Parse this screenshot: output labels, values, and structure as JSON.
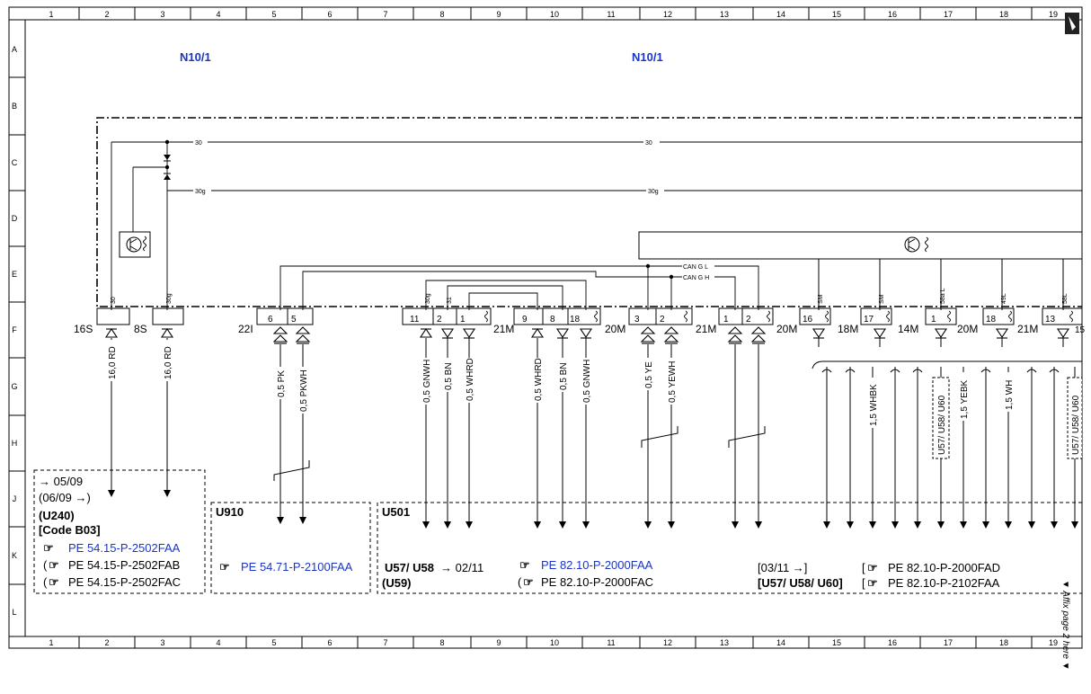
{
  "grid": {
    "columns": [
      "1",
      "2",
      "3",
      "4",
      "5",
      "6",
      "7",
      "8",
      "9",
      "10",
      "11",
      "12",
      "13",
      "14",
      "15",
      "16",
      "17",
      "18",
      "19"
    ],
    "rows": [
      "A",
      "B",
      "C",
      "D",
      "E",
      "F",
      "G",
      "H",
      "J",
      "K",
      "L"
    ]
  },
  "components": {
    "left_module": "N10/1",
    "right_module": "N10/1"
  },
  "bus_labels": {
    "b30_left": "30",
    "b30_mid": "30",
    "b30g_left": "30g",
    "b30g_mid": "30g",
    "can_l": "CAN G L",
    "can_h": "CAN G H"
  },
  "connectors": {
    "c16s": "16S",
    "c8s": "8S",
    "c22i": "22I",
    "c21m_a": "21M",
    "c20m_a": "20M",
    "c21m_b": "21M",
    "c20m_b": "20M",
    "c18m": "18M",
    "c14m": "14M",
    "c20m_c": "20M",
    "c21m_c": "21M"
  },
  "pins": {
    "p30": "30",
    "p30g": "30g",
    "p6": "6",
    "p5": "5",
    "p11": "11",
    "p2a": "2",
    "p1a": "1",
    "p9": "9",
    "p8": "8",
    "p18": "18",
    "p3": "3",
    "p2b": "2",
    "p1b": "1",
    "p2c": "2",
    "p16": "16",
    "p17": "17",
    "p1c": "1",
    "p18b": "18",
    "p13": "13",
    "p15": "15"
  },
  "pin_signals": {
    "s30g": "30g",
    "s31": "31",
    "sm_a": "SM",
    "sm_b": "SM",
    "s58a": "58a L",
    "s49l": "49L",
    "s58l": "58L"
  },
  "wires": {
    "w1": "16,0 RD",
    "w2": "16,0 RD",
    "w3": "0,5 PK",
    "w4": "0,5 PKWH",
    "w5": "0,5 GNWH",
    "w6": "0,5 BN",
    "w7": "0,5 WHRD",
    "w8": "0,5 WHRD",
    "w9": "0,5 BN",
    "w10": "0,5 GNWH",
    "w11": "0,5 YE",
    "w12": "0,5 YEWH",
    "w13": "1,5 WHBK",
    "w14": "1,5 YEBK",
    "w15": "1,5 WH"
  },
  "variant_tags": {
    "tag1": "U57/ U58/ U60",
    "tag2": "U57/ U58/ U60"
  },
  "notes": {
    "left": {
      "line1": "→ 05/09",
      "line2": "(06/09  →)",
      "line3": "(U240)",
      "line4": "[Code B03]",
      "ref1": "PE 54.15-P-2502FAA",
      "ref2": "PE 54.15-P-2502FAB",
      "ref3": "PE 54.15-P-2502FAC"
    },
    "u910": {
      "title": "U910",
      "ref": "PE 54.71-P-2100FAA"
    },
    "u501": {
      "title": "U501",
      "variant_a": "U57/ U58",
      "date_a": "→ 02/11",
      "variant_b": "(U59)",
      "ref1": "PE 82.10-P-2000FAA",
      "ref2": "PE 82.10-P-2000FAC",
      "date_c": "[03/11 →]",
      "variant_c": "[U57/ U58/ U60]",
      "ref3": "PE 82.10-P-2000FAD",
      "ref4": "PE 82.10-P-2102FAA"
    }
  },
  "margin_note": "▼ Affix page 2 here ▼",
  "colors": {
    "link_blue": "#1a35c8",
    "line": "#000000"
  }
}
